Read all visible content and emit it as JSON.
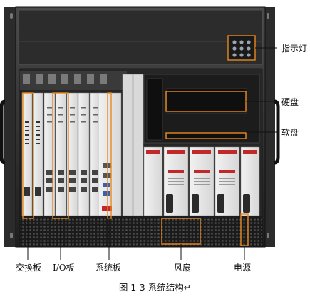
{
  "figure": {
    "caption": "图 1-3  系统结构↵"
  },
  "labels": {
    "indicator_lights": "指示灯",
    "hard_disk": "硬盘",
    "floppy_disk": "软盘",
    "switch_board": "交换板",
    "io_board": "I/O板",
    "system_board": "系统板",
    "fan": "风扇",
    "power_supply": "电源"
  },
  "colors": {
    "highlight_box": "#e8891e",
    "chassis": "#2a2a2a",
    "chassis_frame": "#3a3a3a",
    "card_face": "#e6e6e6",
    "psu_red": "#c0282a"
  },
  "icons": {
    "leader_line": "leader-line",
    "card_ejector": "card-ejector-handle"
  }
}
